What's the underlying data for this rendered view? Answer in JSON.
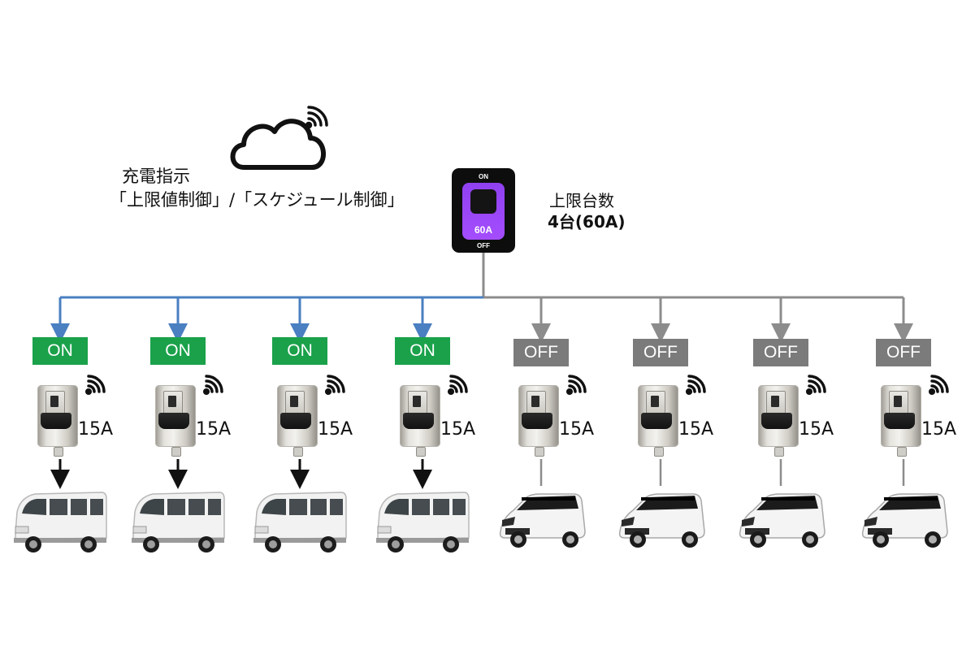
{
  "cloud": {
    "icon": "cloud-icon",
    "signal_icon": "wifi-signal-icon"
  },
  "instruction": {
    "title": "充電指示",
    "modes": "「上限値制御」/「スケジュール制御」"
  },
  "breaker": {
    "on_label": "ON",
    "off_label": "OFF",
    "ampere": "60A"
  },
  "limit": {
    "title": "上限台数",
    "value": "4台(60A)"
  },
  "colors": {
    "on_line": "#4a7fc1",
    "off_line": "#8c8c8c",
    "on_badge": "#1aa14a",
    "off_badge": "#7b7b7b",
    "switch_purple": "#9a46fa"
  },
  "chargers": [
    {
      "status": "ON",
      "ampere": "15A",
      "vehicle": "van"
    },
    {
      "status": "ON",
      "ampere": "15A",
      "vehicle": "van"
    },
    {
      "status": "ON",
      "ampere": "15A",
      "vehicle": "van"
    },
    {
      "status": "ON",
      "ampere": "15A",
      "vehicle": "van"
    },
    {
      "status": "OFF",
      "ampere": "15A",
      "vehicle": "kei-car"
    },
    {
      "status": "OFF",
      "ampere": "15A",
      "vehicle": "kei-car"
    },
    {
      "status": "OFF",
      "ampere": "15A",
      "vehicle": "kei-car"
    },
    {
      "status": "OFF",
      "ampere": "15A",
      "vehicle": "kei-car"
    }
  ]
}
